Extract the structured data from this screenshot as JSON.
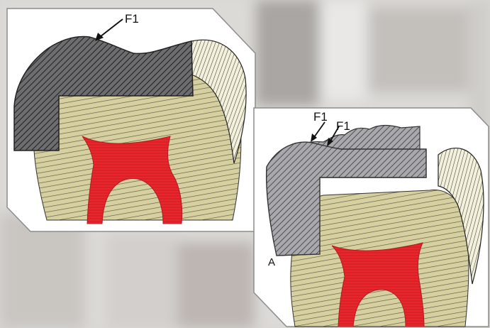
{
  "panel_left": {
    "labels": {
      "force": "F1"
    }
  },
  "panel_right": {
    "labels": {
      "force_a": "F1",
      "force_b": "F1",
      "corner": "A"
    }
  },
  "colors": {
    "background": "#d9d7d4",
    "panel_fill": "#ffffff",
    "restoration": "#8f8f92",
    "restoration_hatch": "#2a2a2a",
    "dentin": "#d8d2a6",
    "enamel": "#f2efdc",
    "pulp": "#e8262b",
    "outline": "#222222"
  }
}
